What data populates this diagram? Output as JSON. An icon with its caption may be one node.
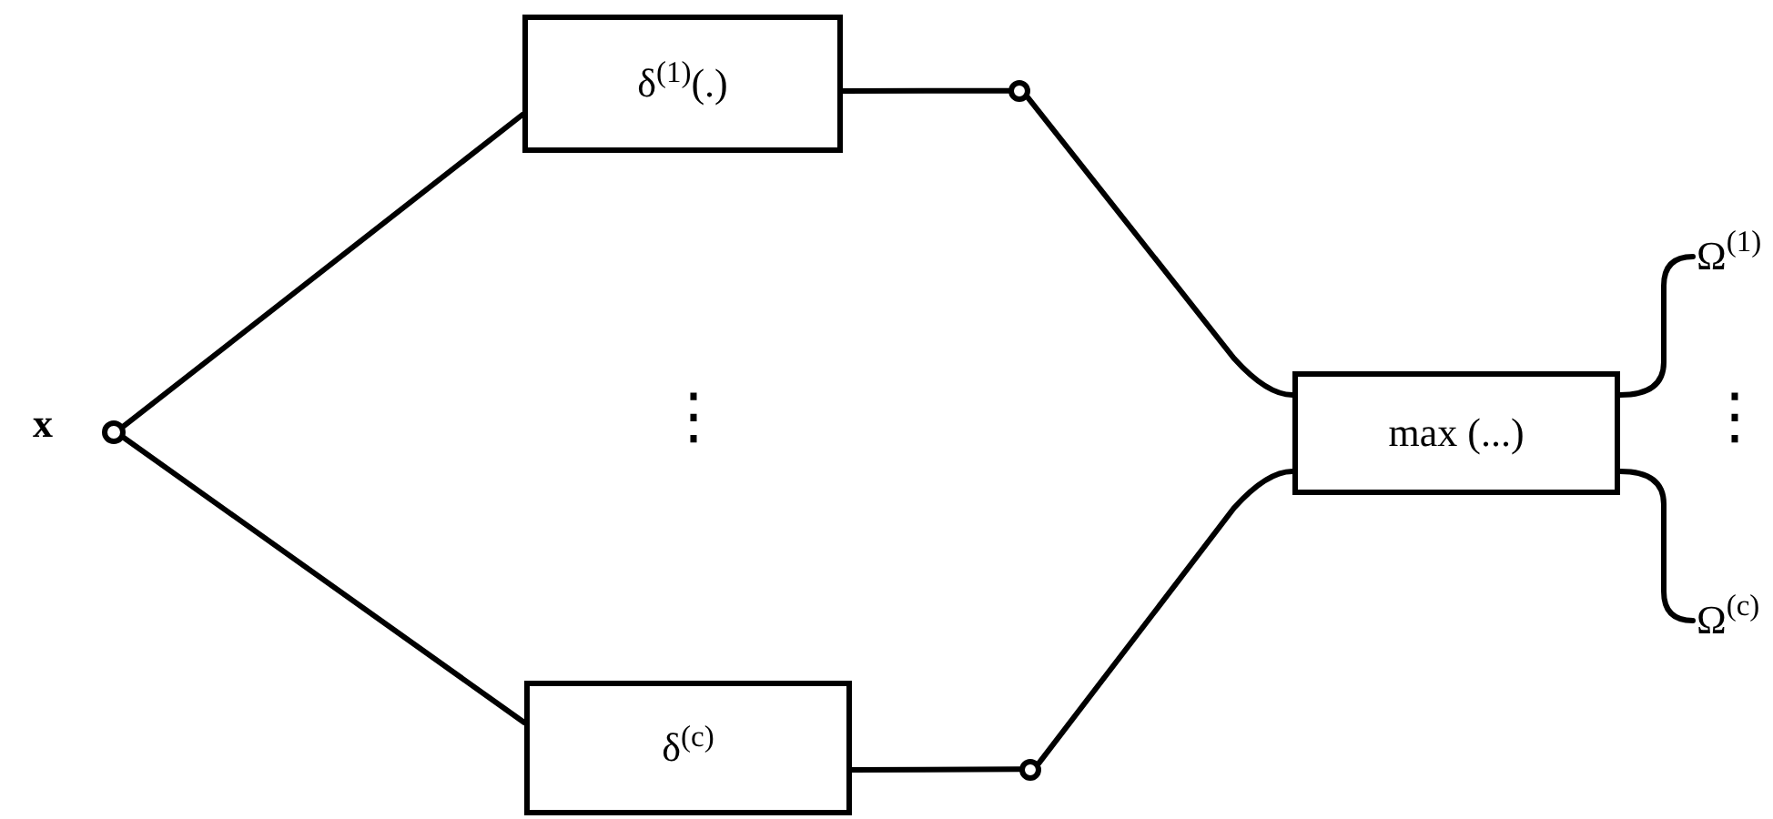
{
  "diagram": {
    "nodes": [
      {
        "text": [],
        "shape": "circle",
        "beside": [
          "x"
        ]
      },
      {
        "text": [
          "δ$^{(1)}$(.)"
        ]
      },
      {
        "text": [
          "δ$^{(c)}$"
        ]
      },
      {
        "text": [],
        "shape": "circle"
      },
      {
        "text": [],
        "shape": "circle"
      },
      {
        "text": [
          "max (...)"
        ]
      },
      {
        "text": [
          "Ω$^{(1)}$"
        ]
      },
      {
        "text": [
          "Ω$^{(c)}$"
        ]
      }
    ],
    "edges": [
      {
        "from": 0,
        "to": 1,
        "arrow": "none"
      },
      {
        "from": 0,
        "to": 2,
        "arrow": "none"
      },
      {
        "from": 1,
        "to": 3,
        "arrow": "none"
      },
      {
        "from": 2,
        "to": 4,
        "arrow": "none"
      },
      {
        "from": 3,
        "to": 5,
        "arrow": "none"
      },
      {
        "from": 4,
        "to": 5,
        "arrow": "none"
      },
      {
        "from": 5,
        "to": 6,
        "arrow": "none"
      },
      {
        "from": 5,
        "to": 7,
        "arrow": "none"
      }
    ],
    "labels": [
      "⋮",
      "⋮"
    ]
  }
}
